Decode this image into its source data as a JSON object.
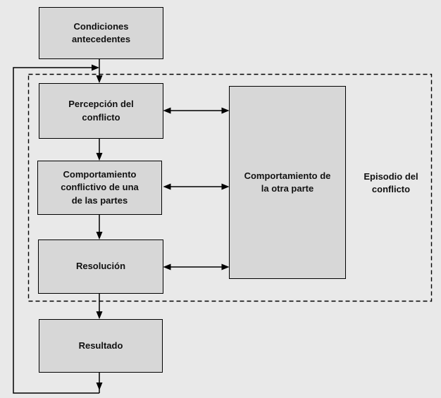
{
  "diagram": {
    "type": "flowchart",
    "language": "es",
    "boxes": {
      "condiciones": {
        "label": "Condiciones\nantecedentes"
      },
      "percepcion": {
        "label": "Percepción del\nconflicto"
      },
      "comportamiento_una": {
        "label": "Comportamiento\nconflictivo de una\nde las partes"
      },
      "resolucion": {
        "label": "Resolución"
      },
      "resultado": {
        "label": "Resultado"
      },
      "otra_parte": {
        "label": "Comportamiento de\nla otra parte"
      }
    },
    "labels": {
      "episodio": "Episodio del\nconflicto"
    },
    "flow": {
      "main_sequence": "Condiciones antecedentes → Percepción del conflicto → Comportamiento conflictivo de una de las partes → Resolución → Resultado",
      "bidirectional_links": "Comportamiento de la otra parte ↔ Percepción del conflicto / Comportamiento conflictivo / Resolución",
      "feedback_loop": "Resultado → Percepción del conflicto"
    },
    "colors": {
      "background": "#e9e9e9",
      "box_fill": "#d7d7d7",
      "line": "#000000",
      "text": "#111111"
    }
  }
}
